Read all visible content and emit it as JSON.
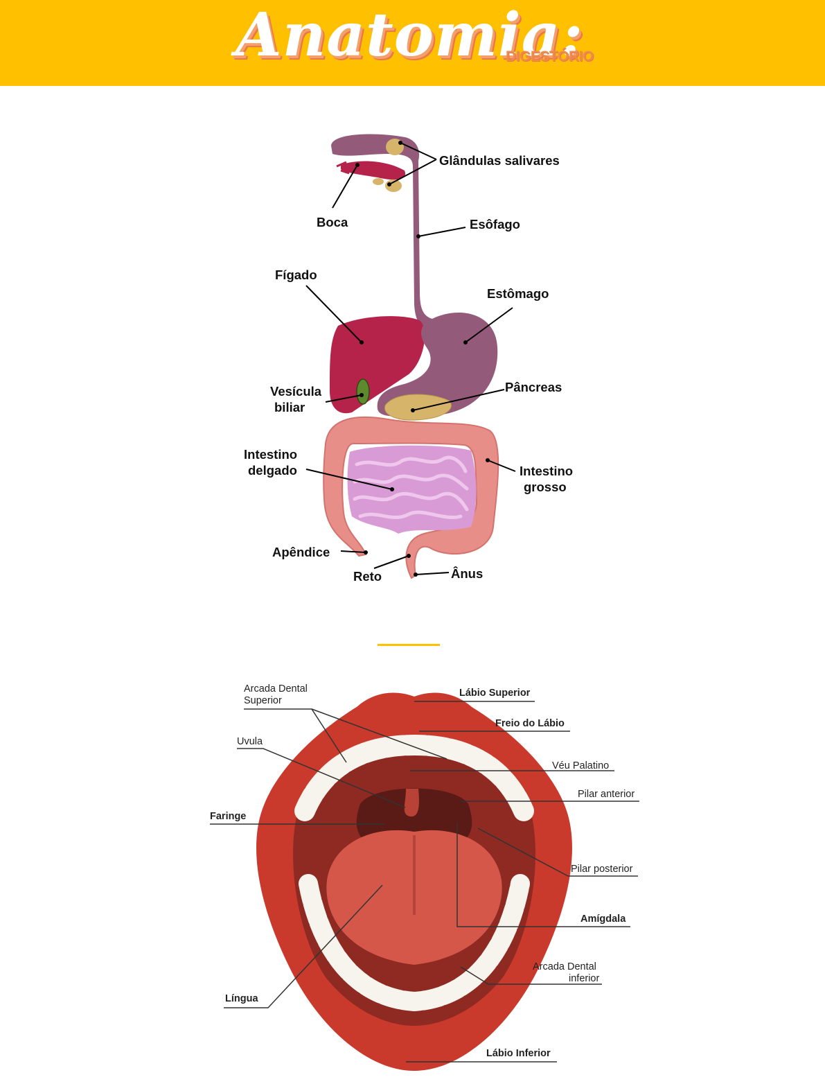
{
  "header": {
    "title": "Anatomia:",
    "subtitle": "DIGESTÓRIO"
  },
  "colors": {
    "banner": "#FFC000",
    "title_shadow": "#E9774A",
    "liver": "#B5234A",
    "stomach_esophagus": "#935A7A",
    "small_intestine": "#D99BD5",
    "large_intestine": "#E88E89",
    "glands_pancreas": "#D6B56A",
    "gallbladder": "#5E8A2E",
    "lips": "#C9392C",
    "tongue": "#D4574A",
    "teeth": "#F7F4EE"
  },
  "digestive_diagram": {
    "labels": {
      "glandulas": "Glândulas salivares",
      "boca": "Boca",
      "esofago": "Esôfago",
      "figado": "Fígado",
      "estomago": "Estômago",
      "vesicula_1": "Vesícula",
      "vesicula_2": "biliar",
      "pancreas": "Pâncreas",
      "delgado_1": "Intestino",
      "delgado_2": "delgado",
      "grosso_1": "Intestino",
      "grosso_2": "grosso",
      "apendice": "Apêndice",
      "reto": "Reto",
      "anus": "Ânus"
    }
  },
  "mouth_diagram": {
    "labels": {
      "arcada_sup_1": "Arcada Dental",
      "arcada_sup_2": "Superior",
      "uvula": "Uvula",
      "faringe": "Faringe",
      "lingua": "Língua",
      "labio_superior": "Lábio Superior",
      "freio": "Freio do Lábio",
      "veu": "Véu Palatino",
      "pilar_anterior": "Pilar anterior",
      "pilar_posterior": "Pilar posterior",
      "amigdala": "Amígdala",
      "arcada_inf_1": "Arcada Dental",
      "arcada_inf_2": "inferior",
      "labio_inferior": "Lábio Inferior"
    }
  }
}
